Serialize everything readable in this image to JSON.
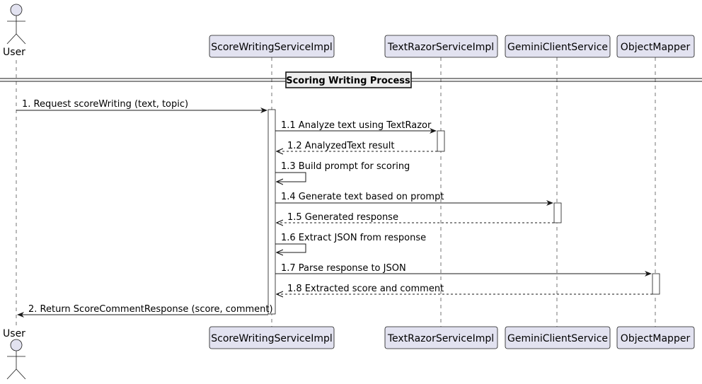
{
  "diagram": {
    "actor": {
      "label": "User"
    },
    "participants": [
      {
        "id": "swsi",
        "label": "ScoreWritingServiceImpl"
      },
      {
        "id": "trsi",
        "label": "TextRazorServiceImpl"
      },
      {
        "id": "gcs",
        "label": "GeminiClientService"
      },
      {
        "id": "om",
        "label": "ObjectMapper"
      }
    ],
    "divider": "Scoring Writing Process",
    "messages": [
      {
        "label": "1. Request scoreWriting (text, topic)",
        "style": "solid"
      },
      {
        "label": "1.1 Analyze text using TextRazor",
        "style": "solid"
      },
      {
        "label": "1.2 AnalyzedText result",
        "style": "dashed"
      },
      {
        "label": "1.3 Build prompt for scoring",
        "style": "self"
      },
      {
        "label": "1.4 Generate text based on prompt",
        "style": "solid"
      },
      {
        "label": "1.5 Generated response",
        "style": "dashed"
      },
      {
        "label": "1.6 Extract JSON from response",
        "style": "self"
      },
      {
        "label": "1.7 Parse response to JSON",
        "style": "solid"
      },
      {
        "label": "1.8 Extracted score and comment",
        "style": "dashed"
      },
      {
        "label": "2. Return ScoreCommentResponse (score, comment)",
        "style": "solid"
      }
    ],
    "colors": {
      "participant_fill": "#E2E2F0",
      "participant_stroke": "#181818",
      "line": "#181818"
    }
  }
}
